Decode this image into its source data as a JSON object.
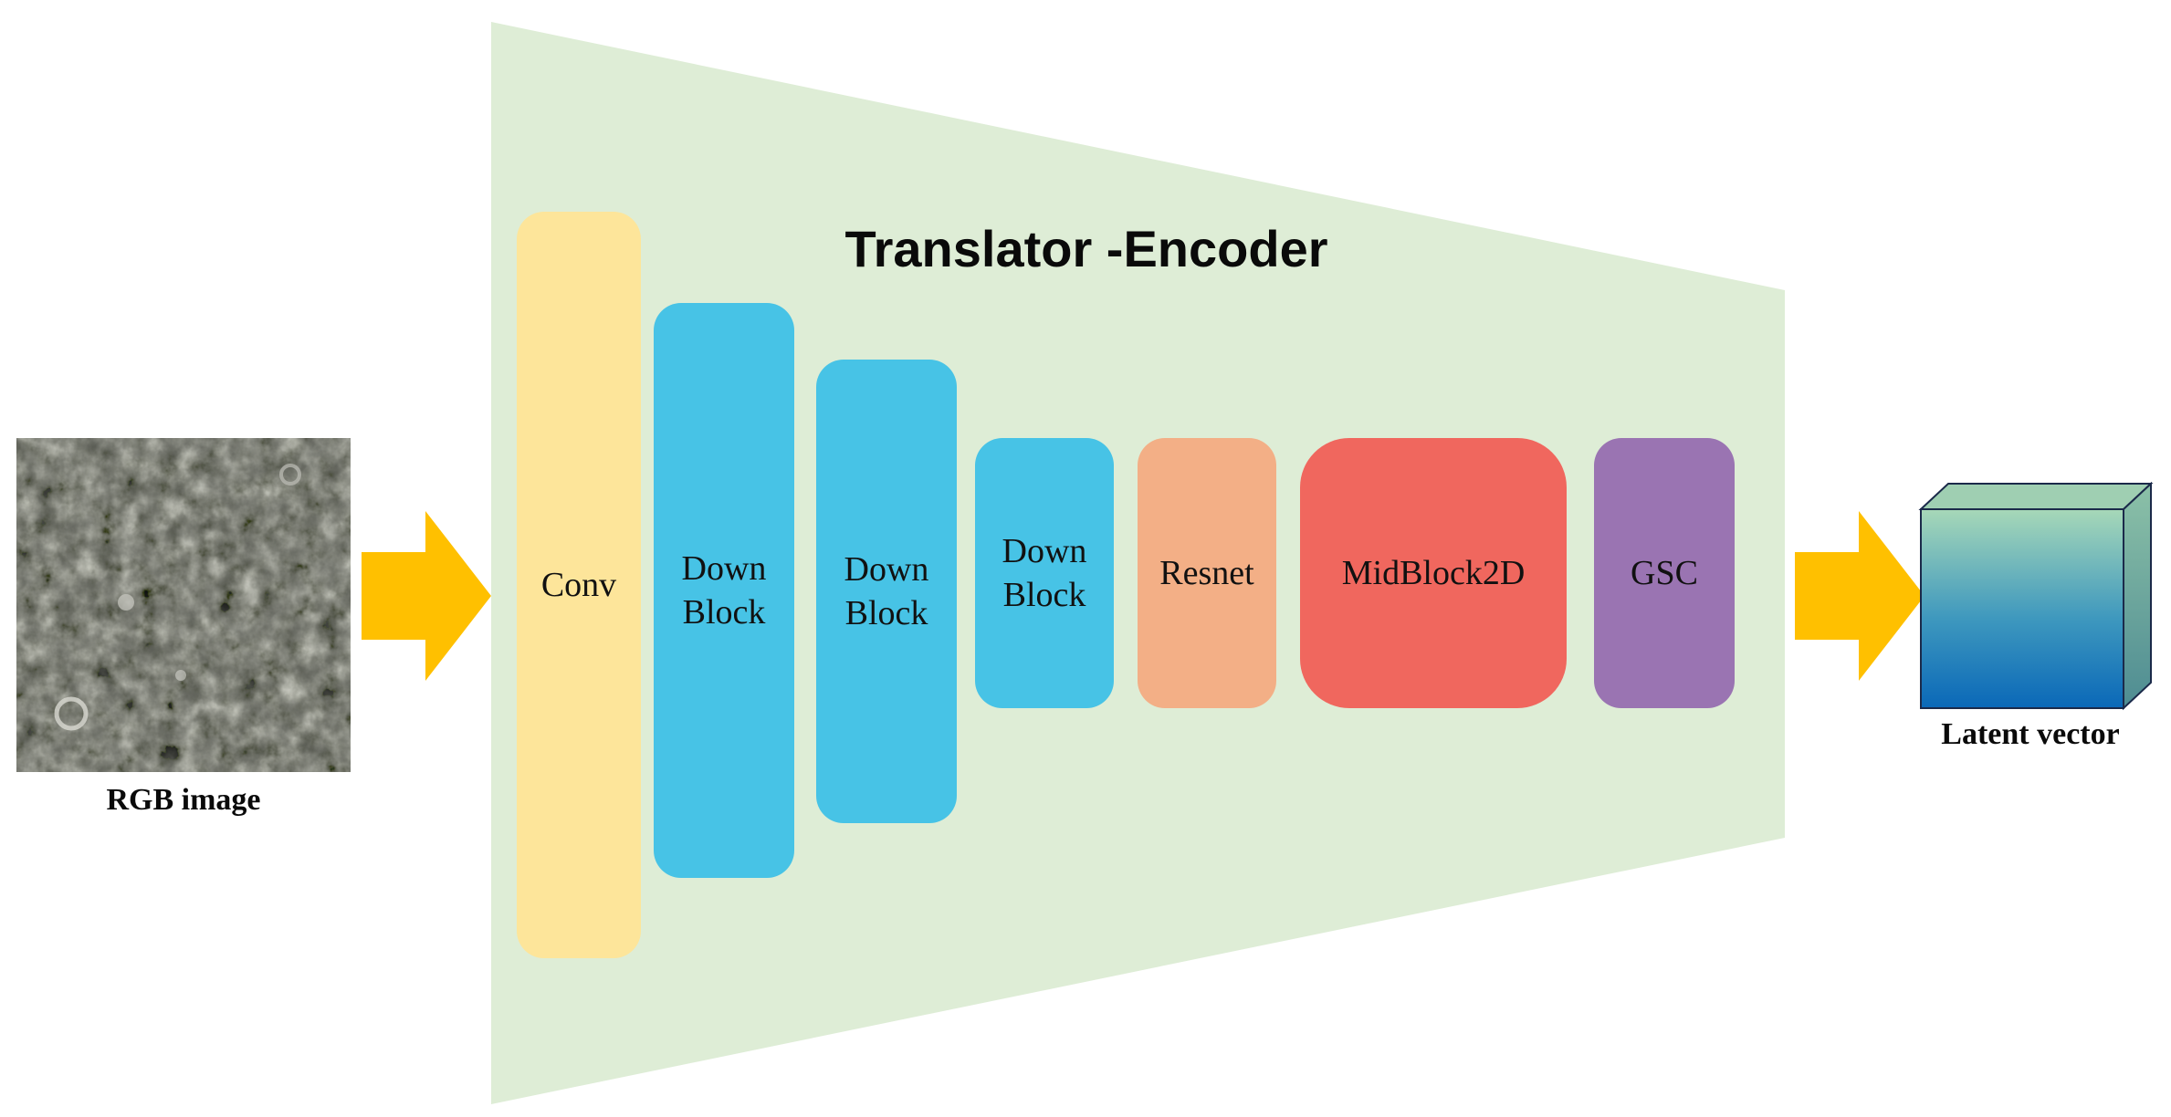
{
  "title": "Translator -Encoder",
  "input": {
    "caption": "RGB image"
  },
  "output": {
    "caption": "Latent vector"
  },
  "blocks": [
    {
      "id": "conv",
      "label": "Conv",
      "color": "#FDE59A"
    },
    {
      "id": "down1",
      "label": "Down\nBlock",
      "color": "#47C3E6"
    },
    {
      "id": "down2",
      "label": "Down\nBlock",
      "color": "#47C3E6"
    },
    {
      "id": "down3",
      "label": "Down\nBlock",
      "color": "#47C3E6"
    },
    {
      "id": "resnet",
      "label": "Resnet",
      "color": "#F3AF86"
    },
    {
      "id": "midblock",
      "label": "MidBlock2D",
      "color": "#F0675E"
    },
    {
      "id": "gsc",
      "label": "GSC",
      "color": "#9A74B2"
    }
  ],
  "colors": {
    "encoder_background": "#DEEDD6",
    "arrow": "#FFC000",
    "cube_top": "#9FCFB2",
    "cube_front_top": "#A7D8B8",
    "cube_front_bottom": "#0A68B8",
    "cube_side": "#6FA69A"
  },
  "icons": {
    "input_arrow": "right-arrow-icon",
    "output_arrow": "right-arrow-icon",
    "latent": "cube-icon"
  }
}
